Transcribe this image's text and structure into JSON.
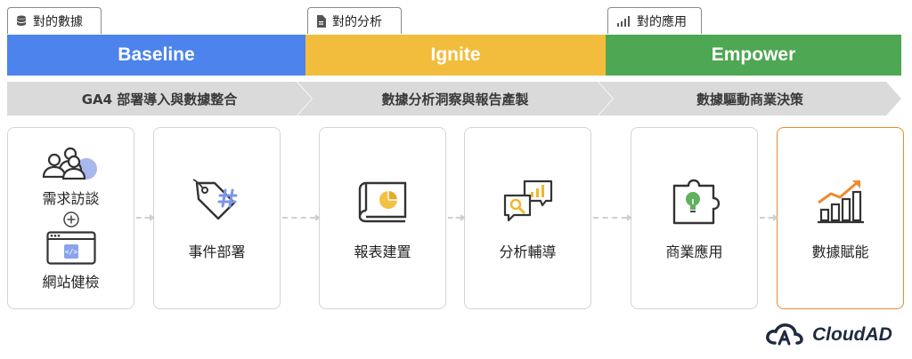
{
  "tabs": [
    {
      "label": "對的數據",
      "icon": "database-icon"
    },
    {
      "label": "對的分析",
      "icon": "document-icon"
    },
    {
      "label": "對的應用",
      "icon": "bar-signal-icon"
    }
  ],
  "phases": [
    "Baseline",
    "Ignite",
    "Empower"
  ],
  "chevrons": [
    "GA4 部署導入與數據整合",
    "數據分析洞察與報告產製",
    "數據驅動商業決策"
  ],
  "cards": {
    "c1_top": "需求訪談",
    "c1_bottom": "網站健檢",
    "c2": "事件部署",
    "c3": "報表建置",
    "c4": "分析輔導",
    "c5": "商業應用",
    "c6": "數據賦能"
  },
  "logo": {
    "text": "CloudAD"
  },
  "colors": {
    "baseline": "#4d83ec",
    "ignite": "#f2bd3c",
    "empower": "#4ea752",
    "highlight": "#ef8a2e"
  }
}
